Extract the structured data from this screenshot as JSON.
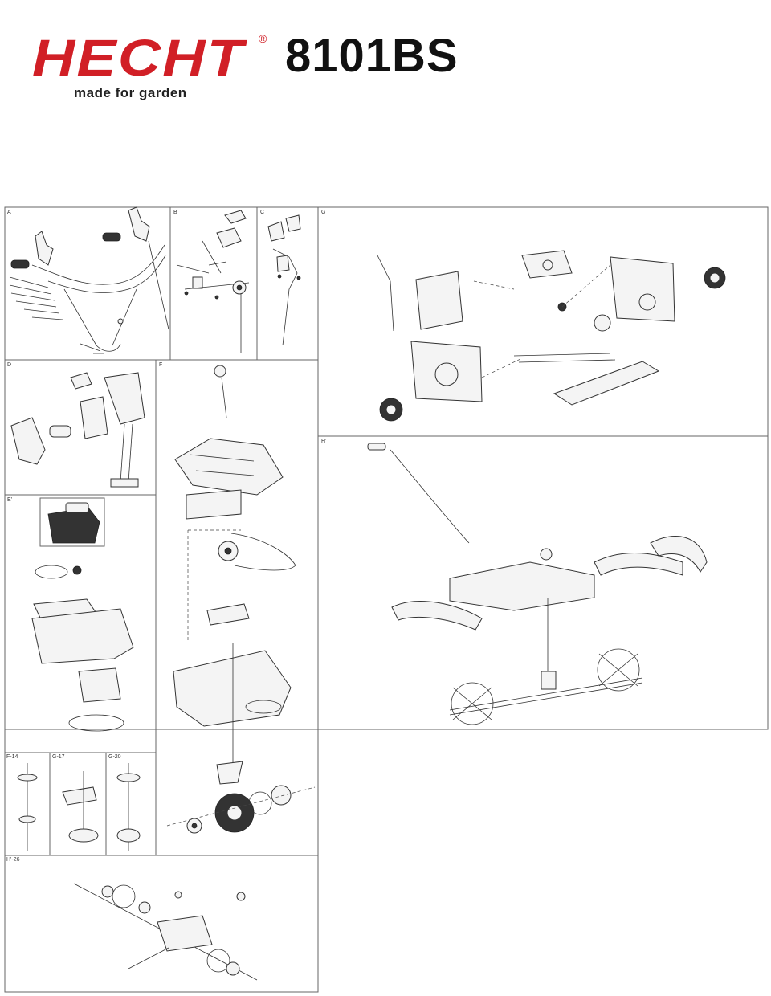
{
  "header": {
    "brand": "HECHT",
    "registered": "®",
    "tagline": "made for garden",
    "model": "8101BS"
  },
  "panels": {
    "A": "A",
    "B": "B",
    "C": "C",
    "G": "G",
    "D": "D",
    "F": "F",
    "E": "E'",
    "H": "H'",
    "F14": "F-14",
    "G17": "G-17",
    "G20": "G-20",
    "H26": "H'-26"
  }
}
